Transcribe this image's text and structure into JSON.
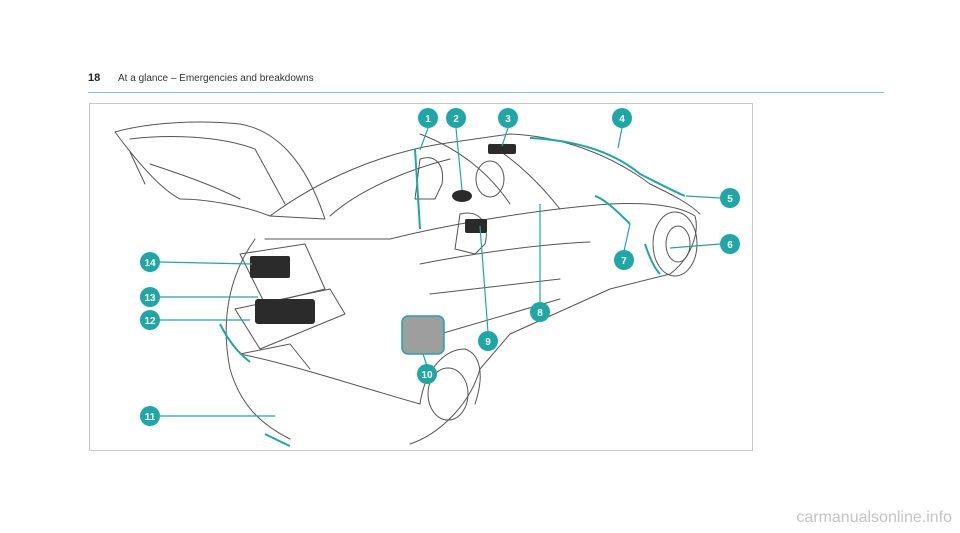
{
  "header": {
    "page_number": "18",
    "title": "At a glance – Emergencies and breakdowns"
  },
  "figure": {
    "accent_color": "#1fa7a8",
    "callouts": [
      {
        "label": "1"
      },
      {
        "label": "2"
      },
      {
        "label": "3"
      },
      {
        "label": "4"
      },
      {
        "label": "5"
      },
      {
        "label": "6"
      },
      {
        "label": "7"
      },
      {
        "label": "8"
      },
      {
        "label": "9"
      },
      {
        "label": "10"
      },
      {
        "label": "11"
      },
      {
        "label": "12"
      },
      {
        "label": "13"
      },
      {
        "label": "14"
      }
    ]
  },
  "watermark": "carmanualsonline.info"
}
